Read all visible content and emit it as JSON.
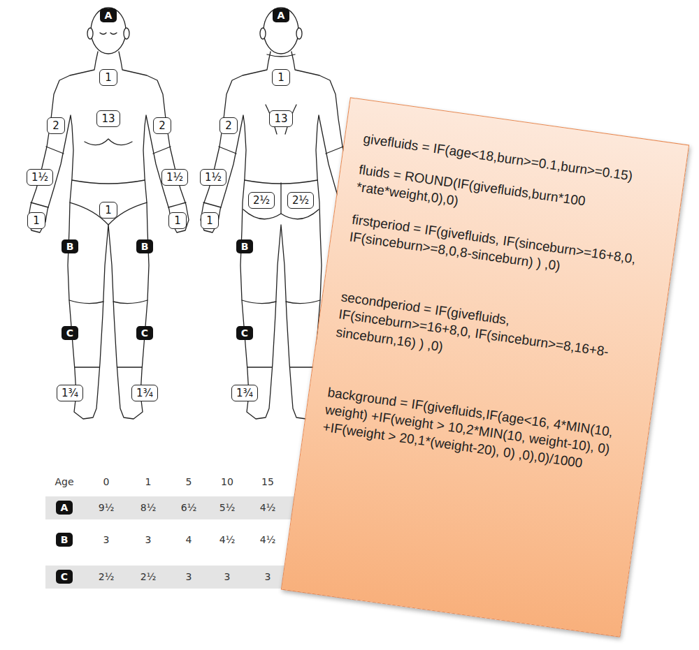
{
  "diagram": {
    "nodes": [
      {
        "text": [
          "A"
        ]
      },
      {
        "text": [
          "1"
        ]
      },
      {
        "text": [
          "13"
        ]
      },
      {
        "text": [
          "2"
        ]
      },
      {
        "text": [
          "2"
        ]
      },
      {
        "text": [
          "1½"
        ]
      },
      {
        "text": [
          "1½"
        ]
      },
      {
        "text": [
          "1"
        ]
      },
      {
        "text": [
          "1"
        ]
      },
      {
        "text": [
          "1"
        ]
      },
      {
        "text": [
          "B"
        ]
      },
      {
        "text": [
          "B"
        ]
      },
      {
        "text": [
          "C"
        ]
      },
      {
        "text": [
          "C"
        ]
      },
      {
        "text": [
          "1¾"
        ]
      },
      {
        "text": [
          "1¾"
        ]
      },
      {
        "text": [
          "A"
        ]
      },
      {
        "text": [
          "1"
        ]
      },
      {
        "text": [
          "13"
        ]
      },
      {
        "text": [
          "2"
        ]
      },
      {
        "text": [
          "1½"
        ]
      },
      {
        "text": [
          "2½"
        ]
      },
      {
        "text": [
          "2½"
        ]
      },
      {
        "text": [
          "1"
        ]
      },
      {
        "text": [
          "B"
        ]
      },
      {
        "text": [
          "C"
        ]
      },
      {
        "text": [
          "1¾"
        ]
      },
      {
        "text": [
          "A"
        ]
      },
      {
        "text": [
          "B"
        ]
      },
      {
        "text": [
          "C"
        ]
      },
      {
        "text": [
          "givefluids = IF(age<18,burn>=0.1,burn>=0.15)",
          "fluids = ROUND(IF(givefluids,burn*100 *rate*weight,0),0)",
          "firstperiod = IF(givefluids, IF(sinceburn>=16+8,0, IF(sinceburn>=8,0,8-sinceburn) ) ,0)",
          "secondperiod = IF(givefluids, IF(sinceburn>=16+8,0, IF(sinceburn>=8,16+8-sinceburn,16) ) ,0)",
          "background = IF(givefluids,IF(age<16, 4*MIN(10, weight) +IF(weight > 10,2*MIN(10, weight-10), 0) +IF(weight > 20,1*(weight-20), 0) ,0),0)/1000"
        ]
      }
    ],
    "labels": [
      "Age",
      "0",
      "1",
      "5",
      "10",
      "15",
      "9½",
      "8½",
      "6½",
      "5½",
      "4½",
      "3",
      "3",
      "4",
      "4½",
      "4½",
      "2½",
      "2½",
      "3",
      "3",
      "3"
    ]
  }
}
